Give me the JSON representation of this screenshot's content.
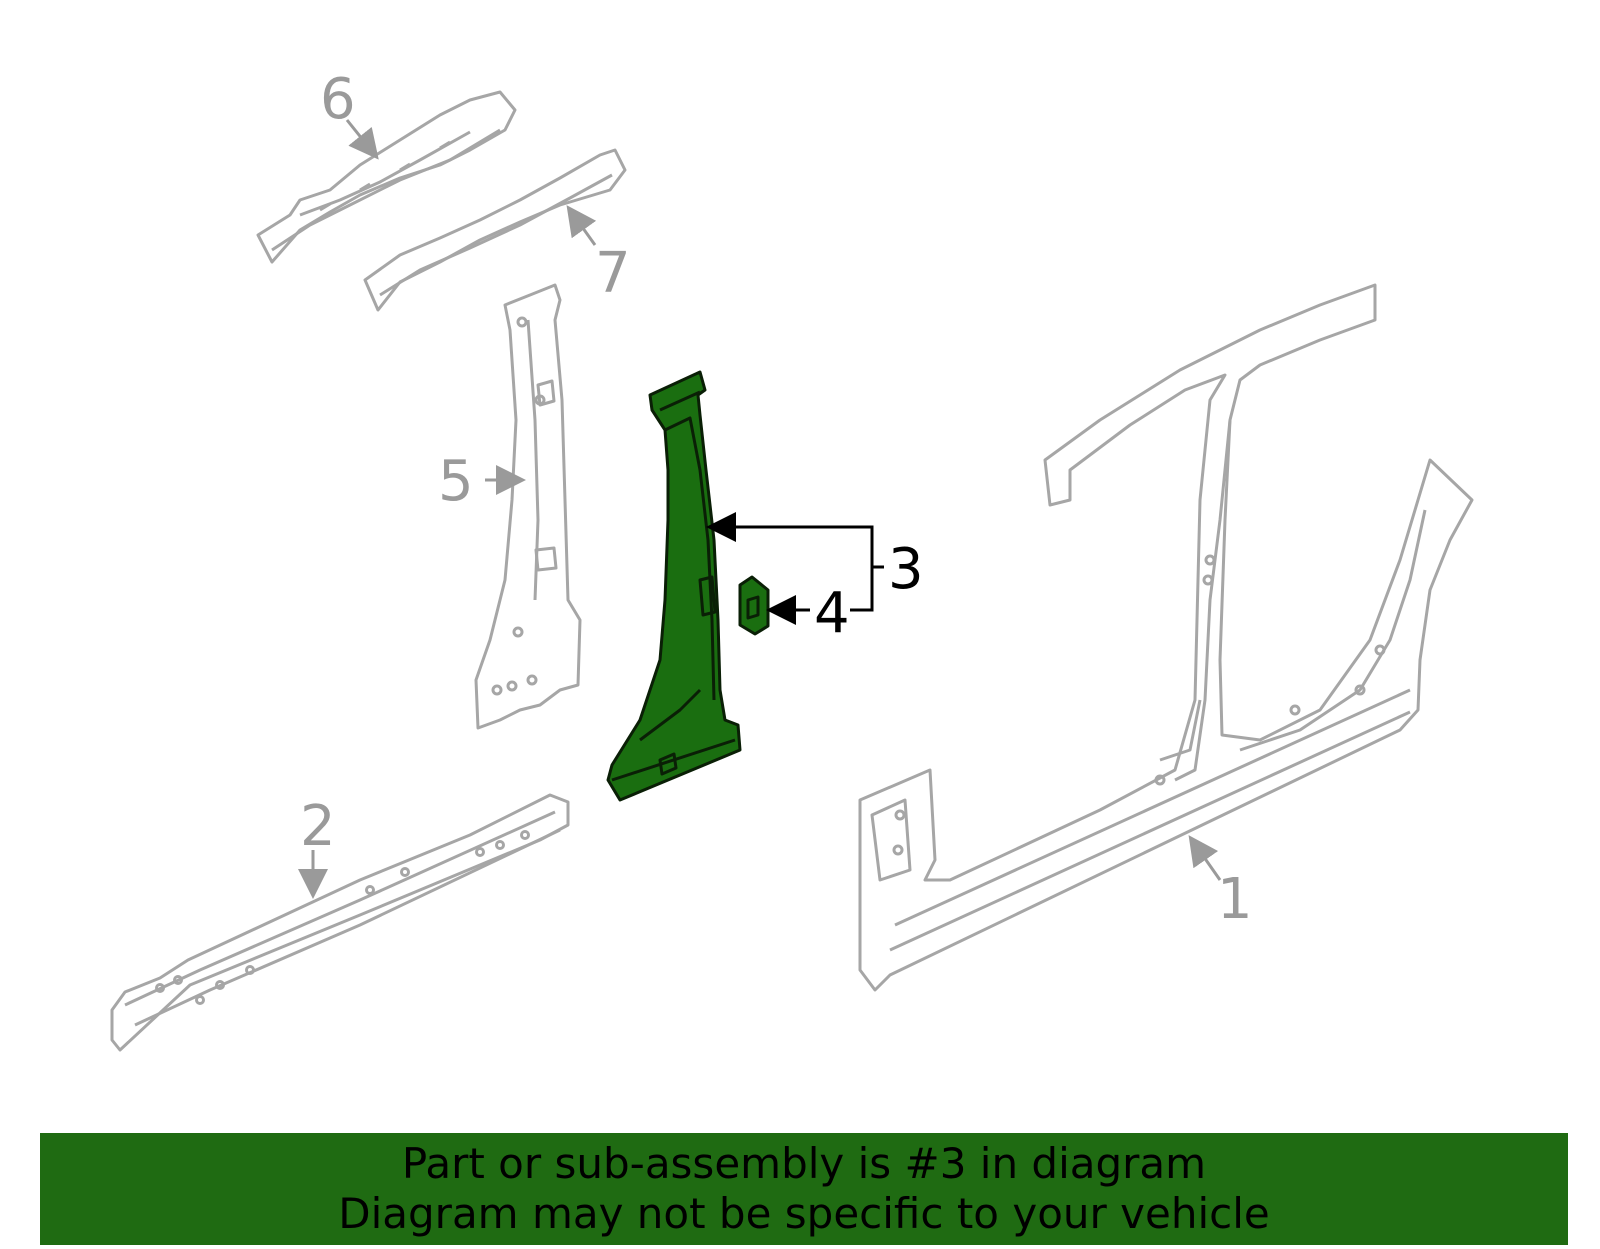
{
  "diagram": {
    "callouts": [
      {
        "number": "1",
        "part": "side-panel",
        "highlighted": false
      },
      {
        "number": "2",
        "part": "rocker-reinforcement",
        "highlighted": false
      },
      {
        "number": "3",
        "part": "center-pillar",
        "highlighted": true
      },
      {
        "number": "4",
        "part": "pillar-bracket",
        "highlighted": true
      },
      {
        "number": "5",
        "part": "center-pillar-inner",
        "highlighted": false
      },
      {
        "number": "6",
        "part": "roof-rail-inner",
        "highlighted": false
      },
      {
        "number": "7",
        "part": "roof-rail-outer",
        "highlighted": false
      }
    ],
    "colors": {
      "highlight_fill": "#1a6e10",
      "outline_grey": "#a6a6a6",
      "label_grey": "#9a9a9a",
      "label_black": "#000000"
    }
  },
  "banner": {
    "line1": "Part or sub-assembly is #3 in diagram",
    "line2": "Diagram may not be specific to your vehicle",
    "background": "#1f6b12"
  }
}
